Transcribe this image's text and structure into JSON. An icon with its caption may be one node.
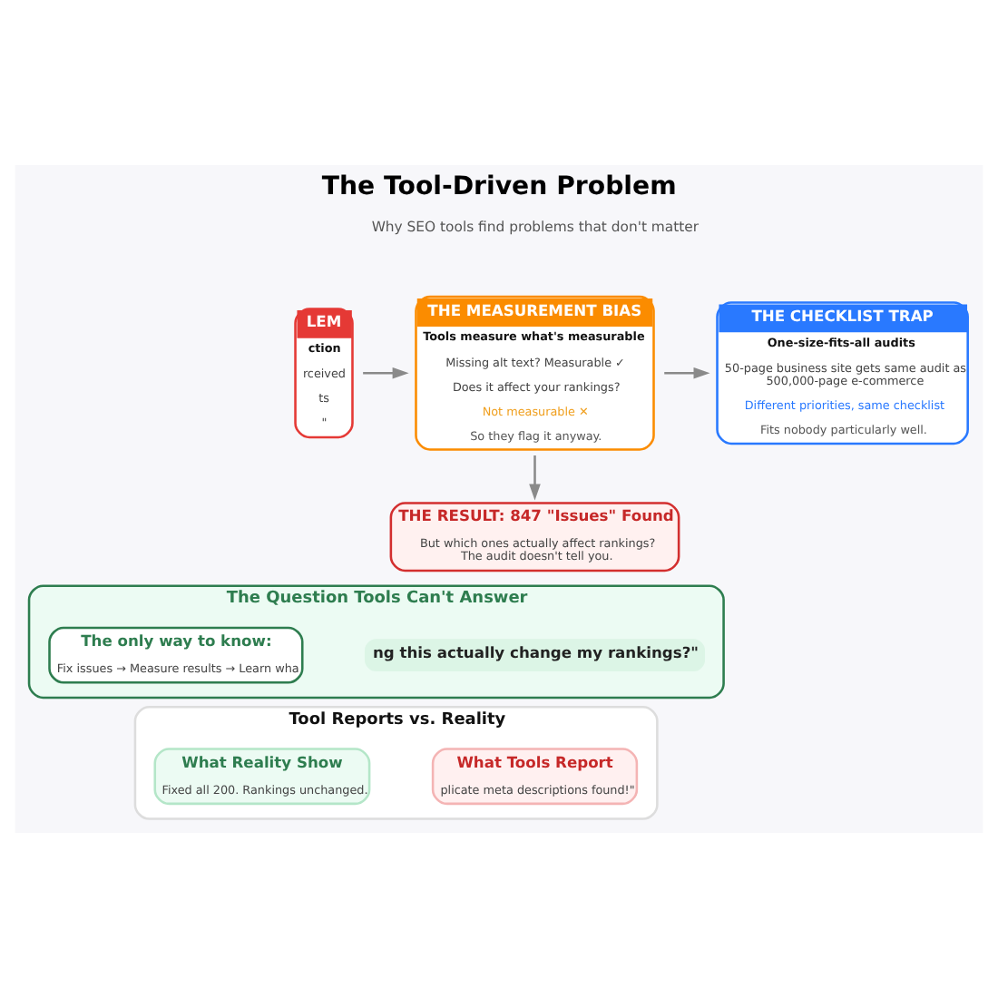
{
  "diagram": {
    "title": "The Tool-Driven Problem",
    "nodes": [
      {
        "text": [
          "LEM",
          "ction",
          "rceived",
          "ts",
          "\""
        ]
      },
      {
        "text": [
          "THE MEASUREMENT BIAS",
          "Tools measure what's measurable",
          "Missing alt text? Measurable ✓",
          "Does it affect your rankings?",
          "Not measurable ✕",
          "So they flag it anyway."
        ]
      },
      {
        "text": [
          "THE CHECKLIST TRAP",
          "One-size-fits-all audits",
          "50-page business site gets same audit as 500,000-page e-commerce",
          "Different priorities, same checklist",
          "Fits nobody particularly well."
        ]
      },
      {
        "text": [
          "THE RESULT: 847 \"Issues\" Found",
          "But which ones actually affect rankings? The audit doesn't tell you."
        ]
      },
      {
        "text": [
          "The Question Tools Can't Answer"
        ]
      },
      {
        "text": [
          "ng this actually change my rankings?\""
        ],
        "in": 4
      },
      {
        "text": [
          "The only way to know:",
          "Fix issues → Measure results → Learn wha"
        ],
        "in": 4
      },
      {
        "text": [
          "Tool Reports vs. Reality"
        ]
      },
      {
        "text": [
          "What Tools Report",
          "plicate meta descriptions found!\""
        ],
        "in": 7
      },
      {
        "text": [
          "What Reality Show",
          "Fixed all 200. Rankings unchanged."
        ],
        "in": 7
      }
    ],
    "edges": [
      {
        "from": 0,
        "to": 1,
        "arrow": "to"
      },
      {
        "from": 1,
        "to": 2,
        "arrow": "to"
      },
      {
        "from": 1,
        "to": 3,
        "arrow": "to"
      }
    ],
    "labels": [
      "Why SEO tools find problems that don't matter"
    ]
  }
}
